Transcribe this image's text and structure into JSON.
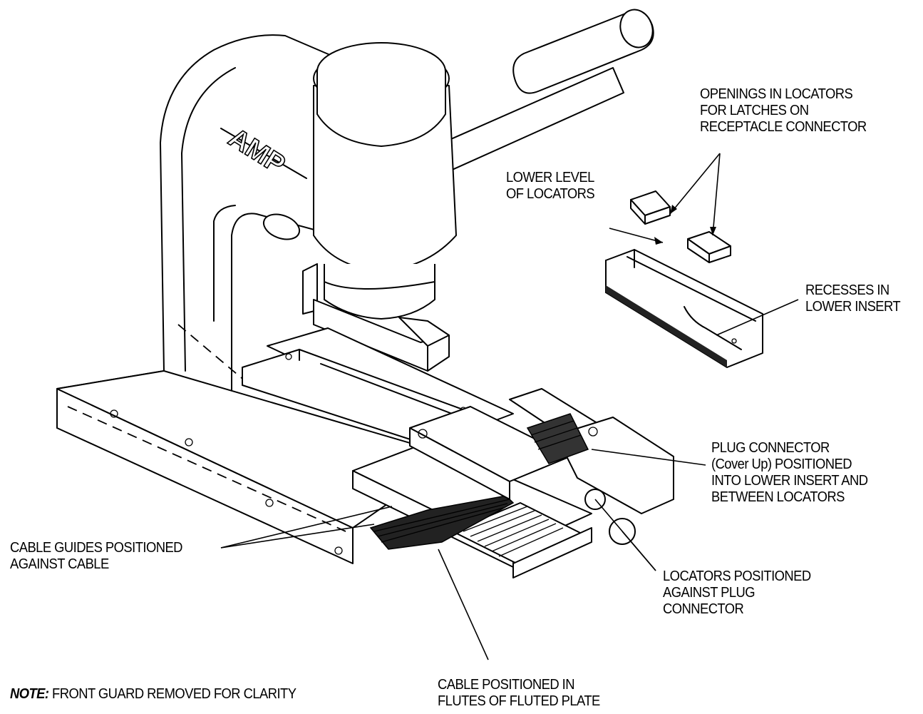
{
  "brand": {
    "logo_text": "AMP"
  },
  "labels": {
    "openings": "OPENINGS IN LOCATORS\nFOR LATCHES ON\nRECEPTACLE CONNECTOR",
    "lower_level": "LOWER LEVEL\nOF LOCATORS",
    "recesses": "RECESSES IN\nLOWER INSERT",
    "plug_connector": "PLUG CONNECTOR\n(Cover Up) POSITIONED\nINTO LOWER INSERT AND\nBETWEEN LOCATORS",
    "cable_guides": "CABLE GUIDES POSITIONED\nAGAINST CABLE",
    "locators_positioned": "LOCATORS POSITIONED\nAGAINST PLUG\nCONNECTOR",
    "cable_positioned": "CABLE POSITIONED IN\nFLUTES OF FLUTED PLATE"
  },
  "note": {
    "label": "NOTE:",
    "text": " FRONT GUARD REMOVED FOR CLARITY"
  }
}
